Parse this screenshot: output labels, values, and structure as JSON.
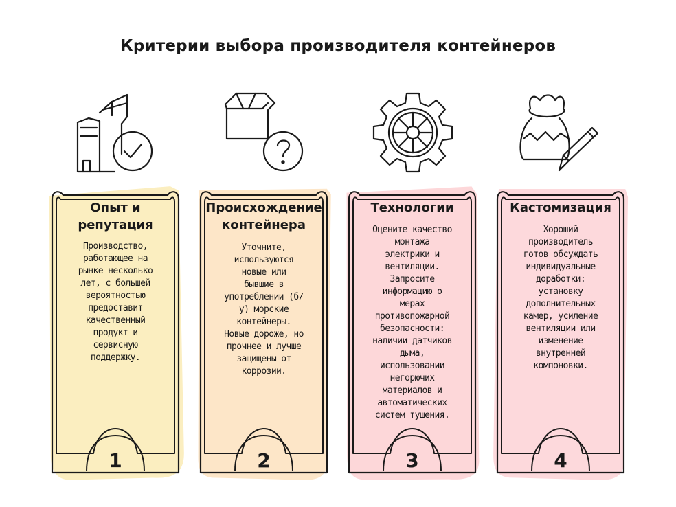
{
  "title": "Критерии выбора производителя контейнеров",
  "colors": {
    "yellow": "#fbeec0",
    "peach": "#fde6c8",
    "pink1": "#fdd7d9",
    "pink2": "#fdd9dc",
    "stroke": "#1a1a1a"
  },
  "cards": [
    {
      "number": "1",
      "title_lines": [
        "Опыт и",
        "репутация"
      ],
      "body_lines": [
        "Производство,",
        "работающее на",
        "рынке несколько",
        "лет, с большей",
        "вероятностью",
        "предоставит",
        "качественный",
        "продукт и",
        "сервисную",
        "поддержку."
      ],
      "icon": "buildings-check-icon"
    },
    {
      "number": "2",
      "title_lines": [
        "Происхождение",
        "контейнера"
      ],
      "body_lines": [
        "Уточните,",
        "используются",
        "новые или",
        "бывшие в",
        "употреблении (б/",
        "у) морские",
        "контейнеры.",
        "Новые дороже, но",
        "прочнее и лучше",
        "защищены от",
        "коррозии."
      ],
      "icon": "box-question-icon"
    },
    {
      "number": "3",
      "title_lines": [
        "Технологии"
      ],
      "body_lines": [
        "Оцените качество",
        "монтажа",
        "электрики и",
        "вентиляции.",
        "Запросите",
        "информацию о",
        "мерах",
        "противопожарной",
        "безопасности:",
        "наличии датчиков",
        "дыма,",
        "использовании",
        "негорючих",
        "материалов и",
        "автоматических",
        "систем тушения."
      ],
      "icon": "gear-icon"
    },
    {
      "number": "4",
      "title_lines": [
        "Кастомизация"
      ],
      "body_lines": [
        "Хороший",
        "производитель",
        "готов обсуждать",
        "индивидуальные",
        "доработки:",
        "установку",
        "дополнительных",
        "камер, усиление",
        "вентиляции или",
        "изменение",
        "внутренней",
        "компоновки."
      ],
      "icon": "bag-pencil-icon"
    }
  ]
}
